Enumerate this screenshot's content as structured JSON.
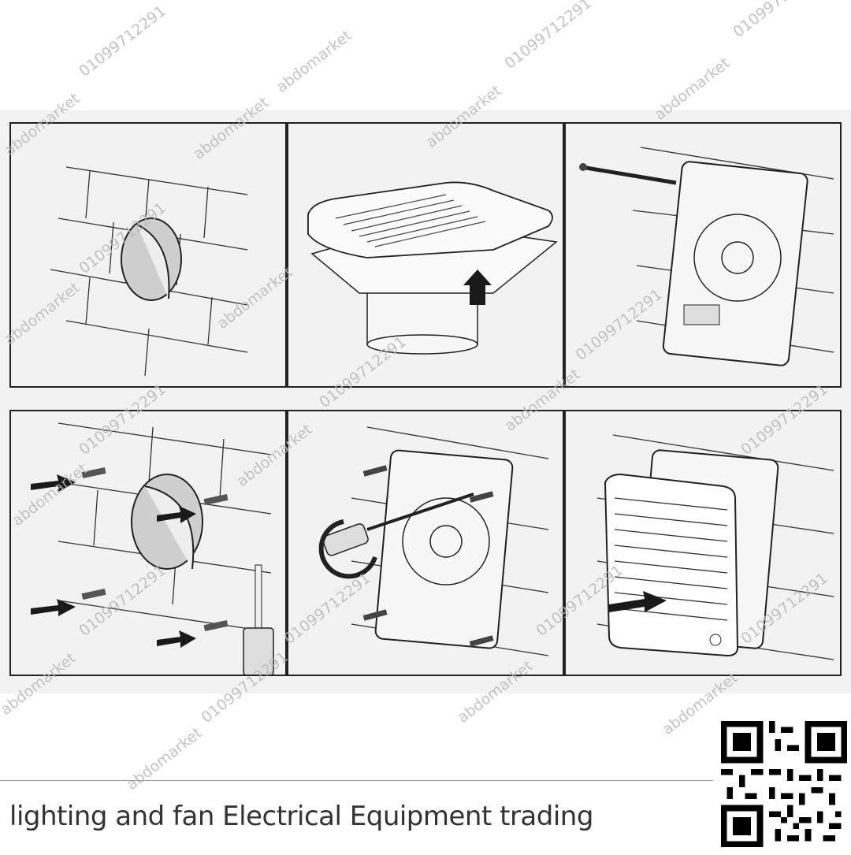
{
  "footer": {
    "text": "lighting and fan Electrical Equipment trading"
  },
  "watermarks": {
    "brand": "abdomarket",
    "phone": "01099712291"
  },
  "steps": [
    {
      "name": "wall-hole"
    },
    {
      "name": "open-fan-cover"
    },
    {
      "name": "mark-wall-holes"
    },
    {
      "name": "drill-and-plug"
    },
    {
      "name": "screw-fan-base"
    },
    {
      "name": "attach-front-grille"
    }
  ],
  "icons": {
    "qr": "qr-code-icon",
    "arrow": "arrow-icon",
    "drill": "drill-icon",
    "screwdriver": "screwdriver-icon"
  },
  "colors": {
    "background": "#ffffff",
    "panel": "#f2f2f2",
    "lines": "#222222",
    "watermark": "#b9b9b9",
    "footer_text": "#333333"
  }
}
